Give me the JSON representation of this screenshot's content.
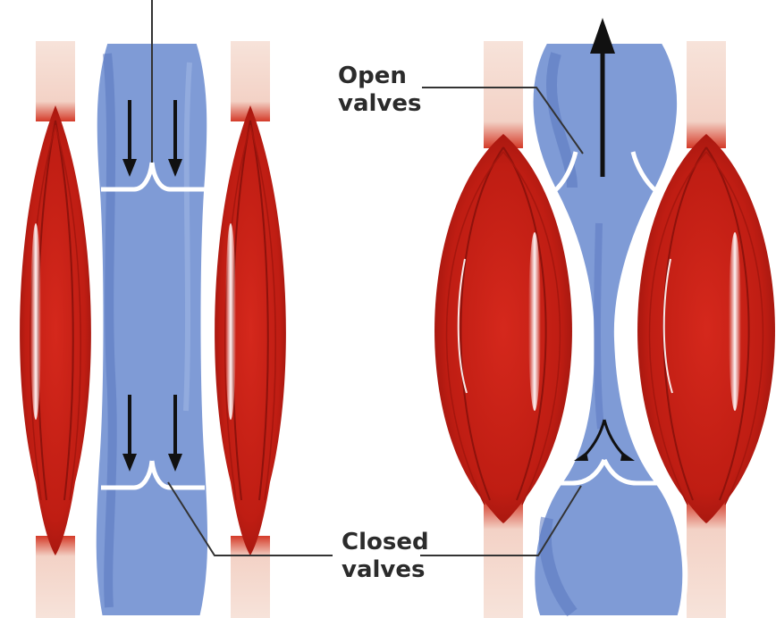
{
  "labels": {
    "open_line1": "Open",
    "open_line2": "valves",
    "closed_line1": "Closed",
    "closed_line2": "valves"
  },
  "colors": {
    "muscle": "#c01f15",
    "muscle_dark": "#8e120c",
    "tendon": "#f6ddd3",
    "vein_fill": "#7f9bd6",
    "vein_dark": "#5a76c0",
    "outline": "#ffffff",
    "arrow": "#111111",
    "leader": "#333333"
  },
  "icons": {
    "flow_arrow": "arrow-down-icon",
    "upward_flow": "arrow-up-icon",
    "backflow": "curved-arrow-icon"
  }
}
